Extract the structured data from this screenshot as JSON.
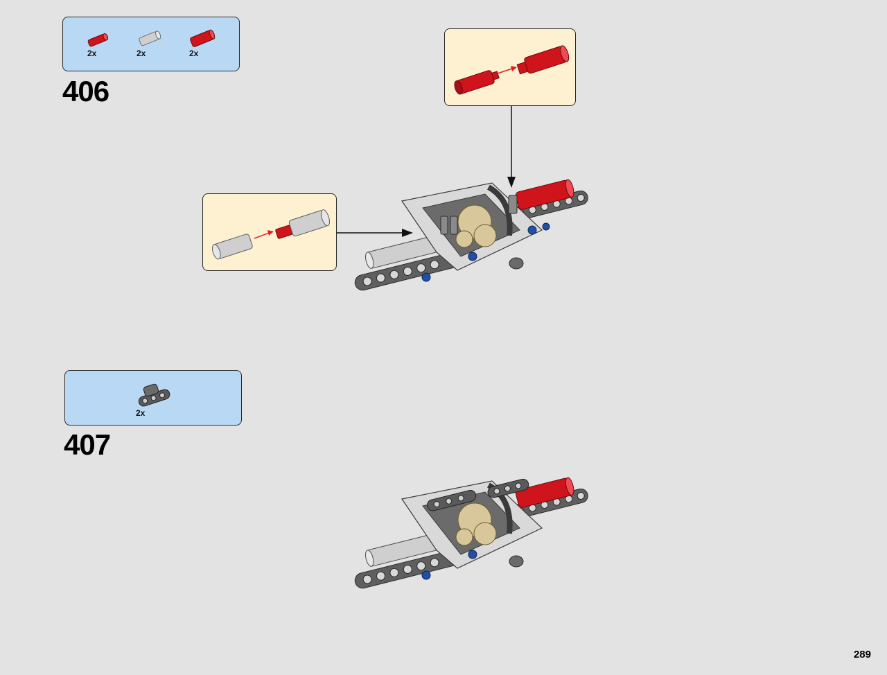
{
  "page_number": "289",
  "steps": [
    {
      "number": "406",
      "parts": [
        {
          "name": "red axle connector",
          "qty": "2x",
          "color": "#d0141c"
        },
        {
          "name": "light gray axle connector",
          "qty": "2x",
          "color": "#c8c8c8"
        },
        {
          "name": "red axle connector long",
          "qty": "2x",
          "color": "#d0141c"
        }
      ]
    },
    {
      "number": "407",
      "parts": [
        {
          "name": "dark gray liftarm",
          "qty": "2x",
          "color": "#5a5a5a"
        }
      ]
    }
  ],
  "colors": {
    "parts_box": "#b9d8f3",
    "callout_box": "#fdf1d2",
    "background": "#e3e3e3",
    "red": "#d0141c",
    "light_gray": "#c8c8c8",
    "dark_gray": "#5a5a5a",
    "tan": "#d8c79a",
    "blue_pin": "#1f4fa6"
  }
}
